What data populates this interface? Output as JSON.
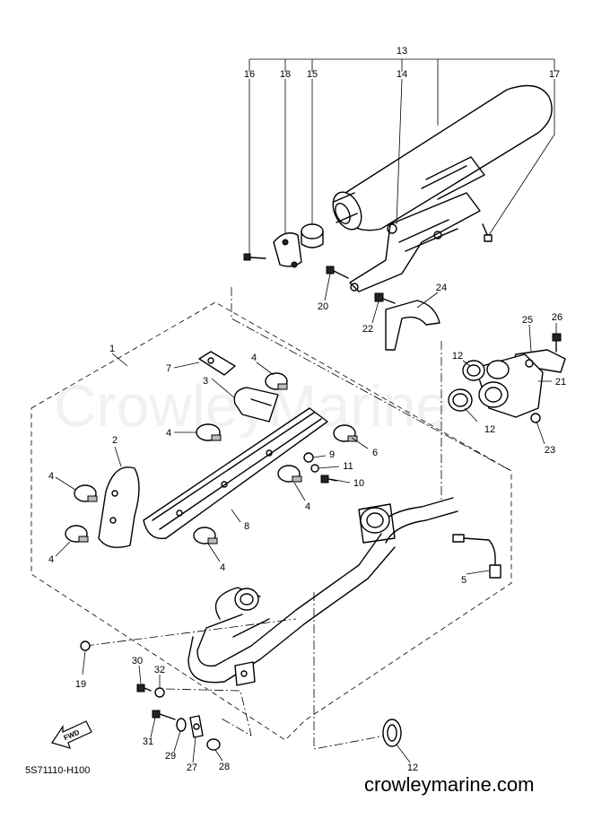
{
  "watermark": "CrowleyMarine",
  "diagram_code": "5S71110-H100",
  "site": "crowleymarine.com",
  "fwd_label": "FWD",
  "callouts": {
    "c13": "13",
    "c16": "16",
    "c18": "18",
    "c15": "15",
    "c14": "14",
    "c17": "17",
    "c20": "20",
    "c22": "22",
    "c24": "24",
    "c25": "25",
    "c26": "26",
    "c12a": "12",
    "c12b": "12",
    "c12c": "12",
    "c21": "21",
    "c23": "23",
    "c1": "1",
    "c7": "7",
    "c4a": "4",
    "c3": "3",
    "c4b": "4",
    "c2": "2",
    "c6": "6",
    "c9": "9",
    "c11": "11",
    "c10": "10",
    "c4c": "4",
    "c4d": "4",
    "c8": "8",
    "c4e": "4",
    "c4f": "4",
    "c5": "5",
    "c19": "19",
    "c30": "30",
    "c32": "32",
    "c31": "31",
    "c29": "29",
    "c27": "27",
    "c28": "28"
  }
}
